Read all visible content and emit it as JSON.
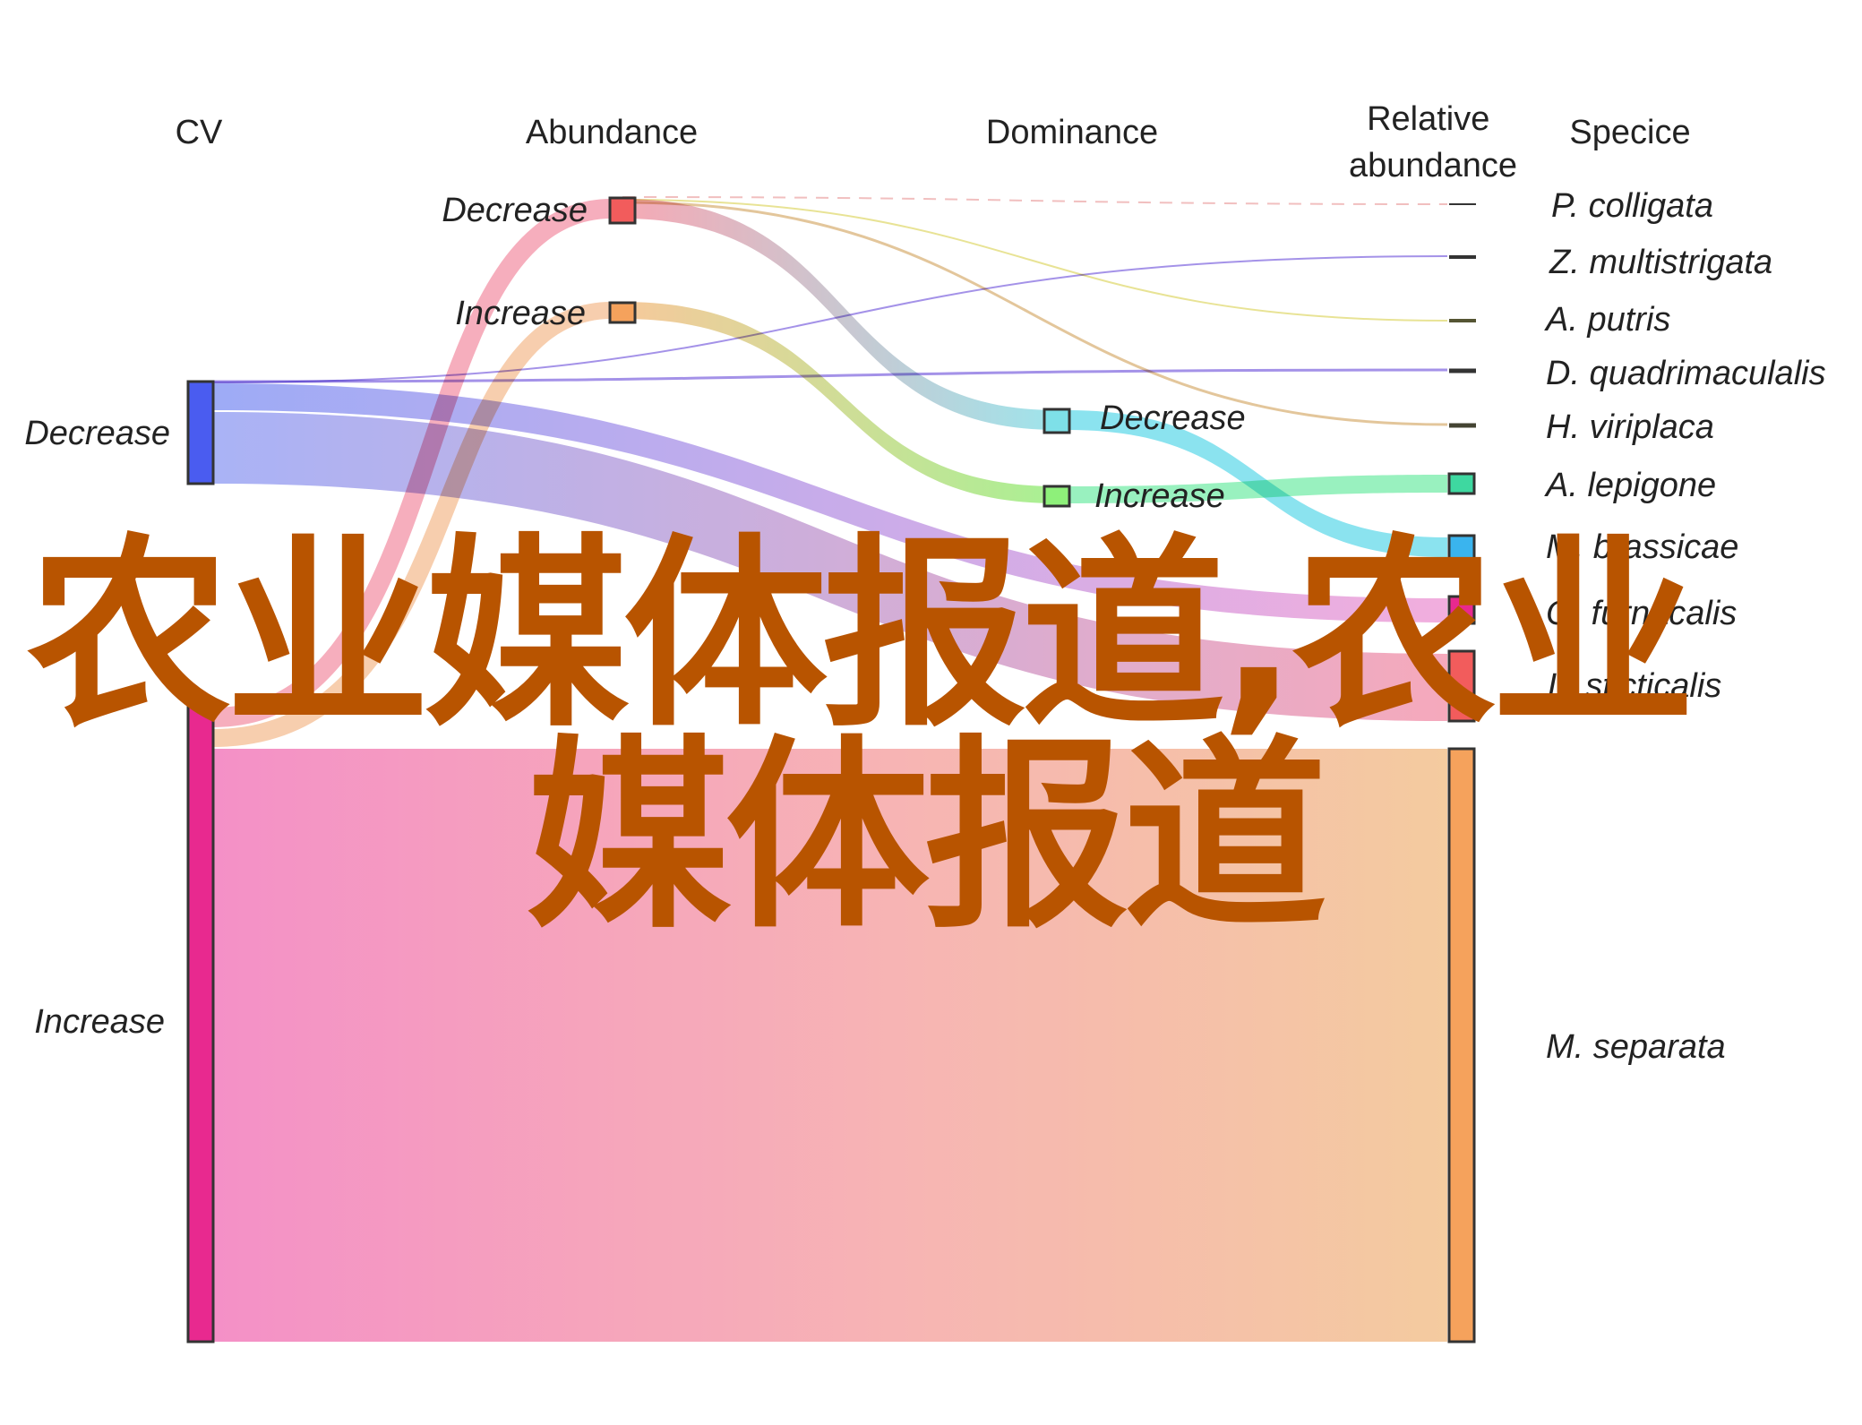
{
  "diagram": {
    "type": "sankey",
    "columns": [
      {
        "id": "cv",
        "title": "CV"
      },
      {
        "id": "abundance",
        "title": "Abundance"
      },
      {
        "id": "dominance",
        "title": "Dominance"
      },
      {
        "id": "rel",
        "title": "Relative abundance",
        "title_lines": [
          "Relative",
          "abundance"
        ]
      },
      {
        "id": "species",
        "title": "Specice"
      }
    ],
    "nodes": [
      {
        "id": "cv_dec",
        "column": "cv",
        "label": "Decrease",
        "color": "#4a5cf0"
      },
      {
        "id": "cv_inc",
        "column": "cv",
        "label": "Increase",
        "color": "#e8298f"
      },
      {
        "id": "ab_dec",
        "column": "abundance",
        "label": "Decrease",
        "color": "#f25c5c"
      },
      {
        "id": "ab_inc",
        "column": "abundance",
        "label": "Increase",
        "color": "#f5a25c"
      },
      {
        "id": "dom_dec",
        "column": "dominance",
        "label": "Decrease",
        "color": "#7ee0e8"
      },
      {
        "id": "dom_inc",
        "column": "dominance",
        "label": "Increase",
        "color": "#8ef07a"
      },
      {
        "id": "sp_colligata",
        "column": "rel",
        "species": "P. colligata",
        "color": "#f0b8b8"
      },
      {
        "id": "sp_multistrigata",
        "column": "rel",
        "species": "Z. multistrigata",
        "color": "#9a86e6"
      },
      {
        "id": "sp_putris",
        "column": "rel",
        "species": "A. putris",
        "color": "#e6e68a"
      },
      {
        "id": "sp_quadrimaculalis",
        "column": "rel",
        "species": "D. quadrimaculalis",
        "color": "#9a86e6"
      },
      {
        "id": "sp_viriplaca",
        "column": "rel",
        "species": "H. viriplaca",
        "color": "#d6e67a"
      },
      {
        "id": "sp_lepigone",
        "column": "rel",
        "species": "A. lepigone",
        "color": "#3ed8a0"
      },
      {
        "id": "sp_brassicae",
        "column": "rel",
        "species": "M. brassicae",
        "color": "#3ab4ee"
      },
      {
        "id": "sp_fumacalis",
        "column": "rel",
        "species": "O. furnacalis",
        "color": "#e8298f"
      },
      {
        "id": "sp_sticticalis",
        "column": "rel",
        "species": "L. sticticalis",
        "color": "#f25c5c"
      },
      {
        "id": "sp_separata",
        "column": "rel",
        "species": "M. separata",
        "color": "#f5a25c"
      }
    ],
    "links": [
      {
        "source": "cv_dec",
        "target": "sp_multistrigata",
        "value": 0.4,
        "color": "#9a86e6"
      },
      {
        "source": "cv_dec",
        "target": "sp_quadrimaculalis",
        "value": 0.5,
        "color": "#9a86e6"
      },
      {
        "source": "cv_dec",
        "target": "sp_fumacalis",
        "value": 3,
        "color": "#c070e8"
      },
      {
        "source": "cv_dec",
        "target": "sp_sticticalis",
        "value": 6,
        "color": "#a890f0"
      },
      {
        "source": "cv_inc",
        "target": "ab_dec",
        "value": 1.2,
        "color": "#f07a9a"
      },
      {
        "source": "cv_inc",
        "target": "ab_inc",
        "value": 1.0,
        "color": "#f5b88a"
      },
      {
        "source": "cv_inc",
        "target": "sp_separata",
        "value": 50,
        "color": "#f5a0b8"
      },
      {
        "source": "ab_dec",
        "target": "sp_colligata",
        "value": 0.1,
        "color": "#f0b8b8"
      },
      {
        "source": "ab_dec",
        "target": "sp_viriplaca",
        "value": 0.2,
        "color": "#e6b88a"
      },
      {
        "source": "ab_dec",
        "target": "sp_putris",
        "value": 0.1,
        "color": "#e6e68a"
      },
      {
        "source": "ab_dec",
        "target": "dom_dec",
        "value": 1.0,
        "color": "#9adce0"
      },
      {
        "source": "ab_inc",
        "target": "dom_inc",
        "value": 1.0,
        "color": "#c0e880"
      },
      {
        "source": "dom_dec",
        "target": "sp_brassicae",
        "value": 1.0,
        "color": "#7ee0e8"
      },
      {
        "source": "dom_inc",
        "target": "sp_lepigone",
        "value": 1.0,
        "color": "#8ef0b0"
      }
    ]
  },
  "watermark": {
    "line1": "农业媒体报道,农业",
    "line2": "媒体报道"
  }
}
